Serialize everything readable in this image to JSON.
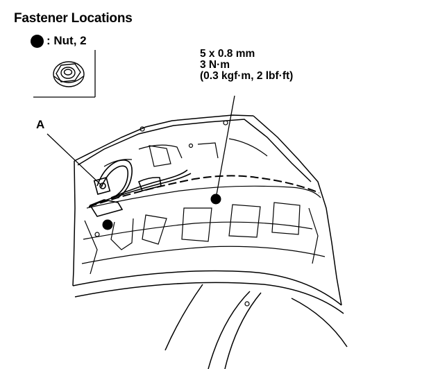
{
  "header": {
    "title": "Fastener Locations"
  },
  "legend": {
    "symbol_icon": "filled-circle-icon",
    "label": ": Nut, 2"
  },
  "torque_spec": {
    "lines": [
      "5 x 0.8 mm",
      "3 N·m",
      "(0.3 kgf·m, 2 lbf·ft)"
    ]
  },
  "callouts": {
    "a": "A"
  },
  "colors": {
    "line": "#000000",
    "background": "#ffffff"
  }
}
